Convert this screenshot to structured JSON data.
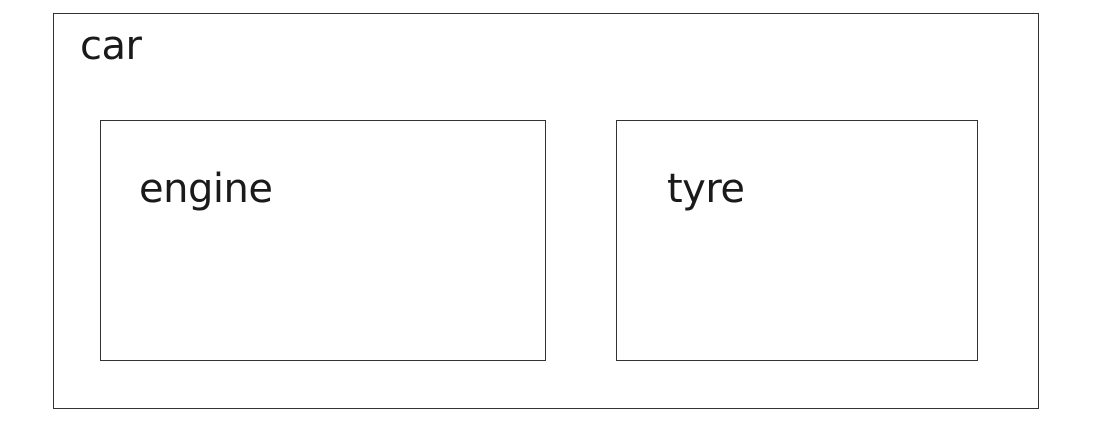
{
  "diagram": {
    "container": {
      "label": "car"
    },
    "children": [
      {
        "label": "engine"
      },
      {
        "label": "tyre"
      }
    ]
  }
}
